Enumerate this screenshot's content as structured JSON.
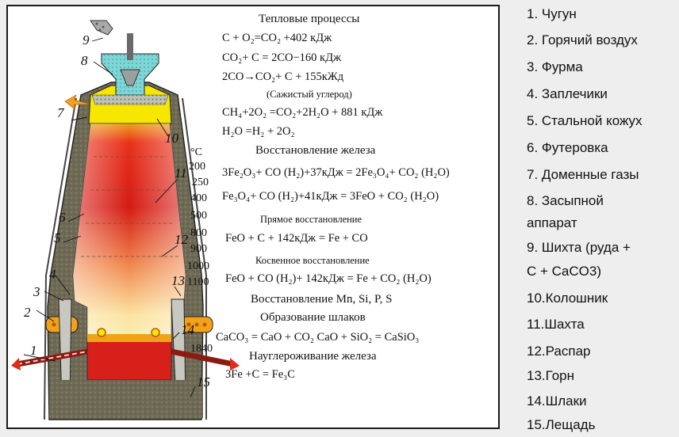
{
  "diagram": {
    "headings": {
      "thermal": "Тепловые процессы",
      "soot": "(Сажистый углерод)",
      "reduction": "Восстановление железа",
      "direct": "Прямое восстановление",
      "indirect": "Косвенное восстановление",
      "mn": "Восстановление Mn, Si, P, S",
      "slag": "Образование шлаков",
      "carb": "Науглероживание железа"
    },
    "equations": {
      "e1": "C + O₂=CO₂ +402 кДж",
      "e2": "CO₂+ C = 2CO−160 кДж",
      "e3": "2CO→CO₂+ C + 155кЖд",
      "e4": "CH₄+2O₂ =CO₂+2H₂O + 881 кДж",
      "e5": "H₂O =H₂ + 2O₂",
      "e6": "3Fe₂O₃+ CO (H₂)+37кДж = 2Fe₃O₄+ CO₂ (H₂O)",
      "e7": "Fe₃O₄+ CO (H₂)+41кДж = 3FeO + CO₂ (H₂O)",
      "e8": "FeO + C + 142кДж = Fe + CO",
      "e9": "FeO + CO (H₂)+ 142кДж = Fe + CO₂ (H₂O)",
      "e10": "CaCO₃ = CaO + CO₂ CaO + SiO₂ = CaSiO₃",
      "e11": "3Fe +C = Fe₃C"
    },
    "temperature_unit": "°C",
    "temperatures": [
      "200",
      "250",
      "400",
      "500",
      "800",
      "900",
      "1000",
      "1100"
    ],
    "bottom_temperature": "1840",
    "callout_numbers": [
      "1",
      "2",
      "3",
      "4",
      "5",
      "6",
      "7",
      "8",
      "9",
      "10",
      "11",
      "12",
      "13",
      "14",
      "15"
    ]
  },
  "legend": [
    "1. Чугун",
    "2. Горячий воздух",
    "3. Фурма",
    "4. Заплечики",
    "5. Стальной кожух",
    "6. Футеровка",
    "7. Доменные газы",
    "8. Засыпной",
    "аппарат",
    "9. Шихта (руда +",
    "C + CaCO3)",
    "10.Колошник",
    "11.Шахта",
    "12.Распар",
    "13.Горн",
    "14.Шлаки",
    "15.Лещадь"
  ]
}
